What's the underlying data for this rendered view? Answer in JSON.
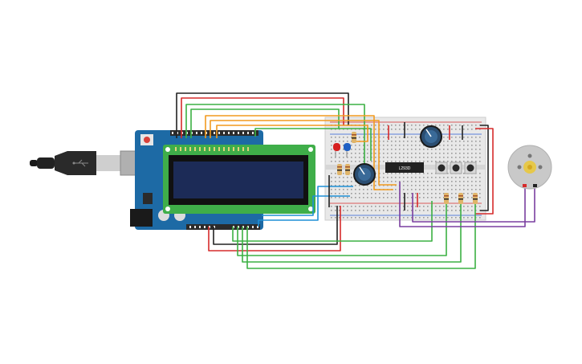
{
  "canvas": {
    "background": "#ffffff"
  },
  "components": {
    "usb_cable": {
      "icon": "usb-plug-icon"
    },
    "arduino": {
      "board_color": "#1d6aa5",
      "header_color": "#2b2b2b"
    },
    "lcd": {
      "pcb_color": "#3fae49",
      "screen_color": "#1c2b57",
      "bezel_color": "#111111"
    },
    "breadboard": {
      "color": "#e8e8e8",
      "rail_red": "#d62b2b",
      "rail_blue": "#2b5fd6"
    },
    "ic": {
      "label": "L293D",
      "color": "#222222"
    },
    "potentiometers": [
      {
        "id": "pot-1"
      },
      {
        "id": "pot-2"
      }
    ],
    "leds": [
      {
        "color": "#d62020"
      },
      {
        "color": "#1f5fc4"
      }
    ],
    "push_buttons": [
      {
        "id": "button-1"
      },
      {
        "id": "button-2"
      },
      {
        "id": "button-3"
      }
    ],
    "dc_motor": {
      "body_color": "#c9c9c9",
      "shaft_color": "#e6c84a"
    }
  },
  "wire_colors": {
    "black": "#222222",
    "red": "#d62b2b",
    "green": "#3cb043",
    "orange": "#f29a1f",
    "blue": "#1f8fd6",
    "purple": "#7a3fa0"
  }
}
